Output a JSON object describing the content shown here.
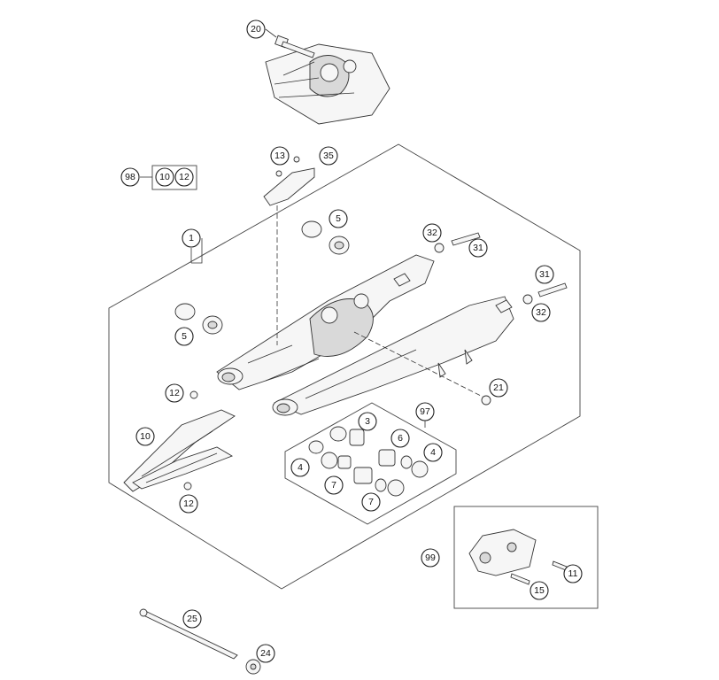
{
  "callouts": {
    "c20": "20",
    "c98": "98",
    "c10a": "10",
    "c12a": "12",
    "c13": "13",
    "c35": "35",
    "c5a": "5",
    "c1": "1",
    "c32a": "32",
    "c31a": "31",
    "c31b": "31",
    "c32b": "32",
    "c5b": "5",
    "c12b": "12",
    "c21": "21",
    "c97": "97",
    "c3": "3",
    "c10b": "10",
    "c6": "6",
    "c4a": "4",
    "c4b": "4",
    "c7a": "7",
    "c7b": "7",
    "c12c": "12",
    "c99": "99",
    "c11": "11",
    "c15": "15",
    "c25": "25",
    "c24": "24"
  },
  "icons": {
    "swingarm": "swingarm-icon",
    "chain-guide": "chain-guide-icon",
    "axle": "axle-icon",
    "frame-pivot": "frame-pivot-icon"
  }
}
